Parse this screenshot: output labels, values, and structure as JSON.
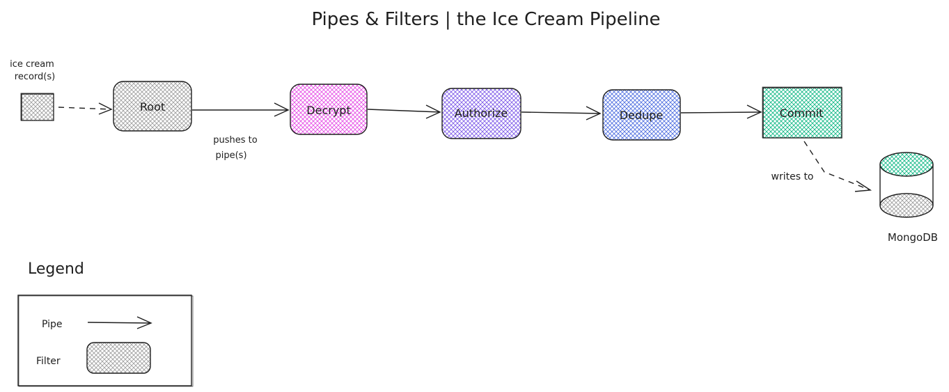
{
  "title": "Pipes & Filters | the Ice Cream Pipeline",
  "input": {
    "label_line1": "ice cream",
    "label_line2": "record(s)"
  },
  "filters": [
    {
      "label": "Root",
      "fill": "#9e9e9e"
    },
    {
      "label": "Decrypt",
      "fill": "#e64fe6"
    },
    {
      "label": "Authorize",
      "fill": "#7e5be8"
    },
    {
      "label": "Dedupe",
      "fill": "#4f6fe0"
    },
    {
      "label": "Commit",
      "fill": "#12b886"
    }
  ],
  "pipe_annotation": {
    "line1": "pushes to",
    "line2": "pipe(s)"
  },
  "write_annotation": "writes to",
  "database": {
    "label": "MongoDB",
    "top_fill": "#12b886",
    "bottom_fill": "#9e9e9e"
  },
  "legend": {
    "title": "Legend",
    "pipe_label": "Pipe",
    "filter_label": "Filter"
  }
}
